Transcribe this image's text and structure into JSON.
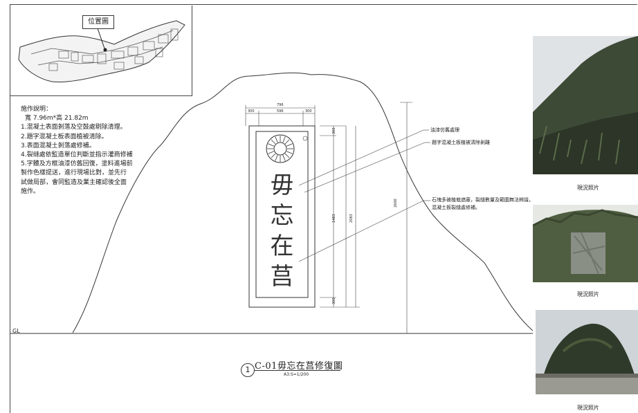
{
  "site_map": {
    "location_label": "位置圖"
  },
  "notes": {
    "heading": "施作說明：",
    "size": "寬 7.96m*高 21.82m",
    "lines": [
      "1.混凝土表面剝落及空鼓處剔除清理。",
      "2.題字混凝土板表面植被清除。",
      "3.表面混凝土剝落處修補。",
      "4.裂縫處依監造單位判斷並指示灌商修補",
      "5.字體及方框油漆仿舊回復，塗料進場前",
      "製作色樣提送，進行現場比對，並先行",
      "試做局部，會同監造及業主確認後全面",
      "施作。"
    ]
  },
  "monument": {
    "characters": [
      "毋",
      "忘",
      "在",
      "莒"
    ],
    "dimensions": {
      "total_width": "796",
      "left": "300",
      "middle": "596",
      "right": "300",
      "top_band": "300",
      "bottom_band": "300",
      "panel_height": "1483",
      "mid_height": "2083",
      "overall_height": "2600"
    }
  },
  "callouts": [
    "油漆仿舊處理",
    "題字混凝土板植被清除剝離",
    "石塊多被植栽遮蔽，裂縫數量及範圍無法辨識，",
    "混凝土板裂縫處修補。"
  ],
  "ground_label": "GL",
  "title": {
    "number": "1",
    "text": "C-01毋忘在莒修復圖",
    "scale": "A3:S=1/200"
  },
  "photos": [
    {
      "caption": "現況照片",
      "tone": "#3d4a36"
    },
    {
      "caption": "現況照片",
      "tone": "#4f5e40"
    },
    {
      "caption": "現況照片",
      "tone": "#2f3a2a"
    }
  ]
}
